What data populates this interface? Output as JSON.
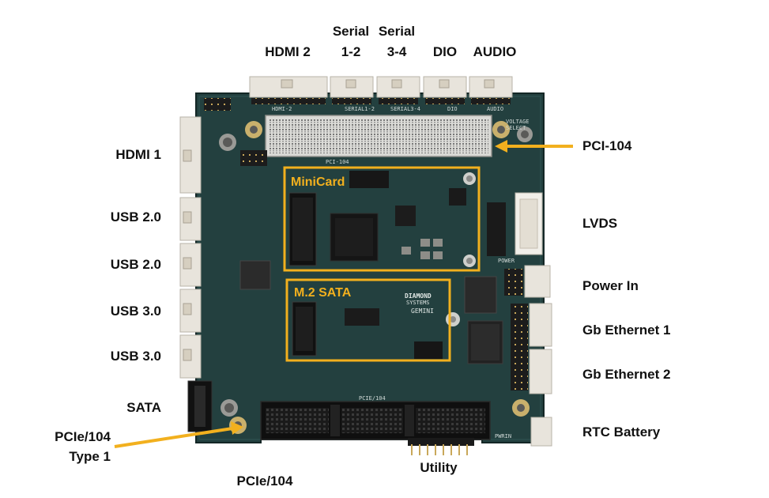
{
  "colors": {
    "pcb": "#23403f",
    "pcb_dark": "#152a2a",
    "highlight": "#f2b01e",
    "connector": "#e8e4dc",
    "text": "#111111"
  },
  "labels": {
    "hdmi2": "HDMI 2",
    "serial12_line1": "Serial",
    "serial12_line2": "1-2",
    "serial34_line1": "Serial",
    "serial34_line2": "3-4",
    "dio": "DIO",
    "audio": "AUDIO",
    "hdmi1": "HDMI 1",
    "usb20_a": "USB 2.0",
    "usb20_b": "USB 2.0",
    "usb30_a": "USB 3.0",
    "usb30_b": "USB 3.0",
    "sata": "SATA",
    "pcie104_type1_line1": "PCIe/104",
    "pcie104_type1_line2": "Type 1",
    "pcie104": "PCIe/104",
    "utility": "Utility",
    "pci104": "PCI-104",
    "lvds": "LVDS",
    "power_in": "Power In",
    "gb_eth1": "Gb Ethernet 1",
    "gb_eth2": "Gb Ethernet 2",
    "rtc_battery": "RTC Battery"
  },
  "highlights": {
    "minicard": "MiniCard",
    "m2_sata": "M.2 SATA"
  },
  "board_silkscreen": {
    "logo_line1": "DIAMOND",
    "logo_line2": "SYSTEMS",
    "model": "GEMINI",
    "hdmi2": "HDMI-2",
    "serial12": "SERIAL1-2",
    "serial34": "SERIAL3-4",
    "dio": "DIO",
    "audio": "AUDIO",
    "pci104": "PCI-104",
    "voltage_select": "VOLTAGE SELECT",
    "power": "POWER",
    "pcie104": "PCIE/104",
    "pwrin": "PWRIN"
  }
}
